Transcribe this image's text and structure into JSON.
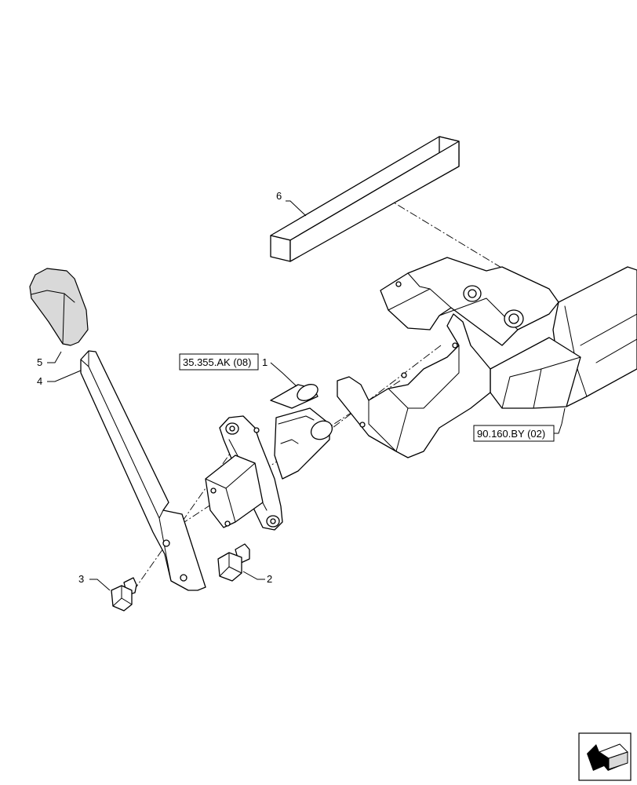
{
  "callouts": {
    "c1": "1",
    "c2": "2",
    "c3": "3",
    "c4": "4",
    "c5": "5",
    "c6": "6"
  },
  "references": {
    "ref_valve": "35.355.AK (08)",
    "ref_frame": "90.160.BY (02)"
  },
  "icons": {
    "nav": "arrow-navigation-icon"
  },
  "colors": {
    "line": "#000000",
    "shading": "#d9d9d9",
    "background": "#ffffff"
  }
}
